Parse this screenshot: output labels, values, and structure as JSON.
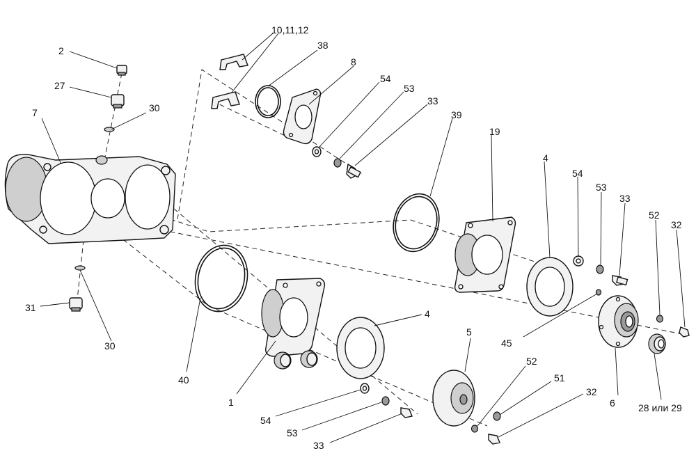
{
  "callouts": {
    "c_2": "2",
    "c_27": "27",
    "c_30a": "30",
    "c_7": "7",
    "c_31": "31",
    "c_30b": "30",
    "c_10_11_12": "10,11,12",
    "c_38": "38",
    "c_8": "8",
    "c_54a": "54",
    "c_53a": "53",
    "c_33a": "33",
    "c_39": "39",
    "c_19": "19",
    "c_4a": "4",
    "c_54b": "54",
    "c_53b": "53",
    "c_33b": "33",
    "c_52a": "52",
    "c_32a": "32",
    "c_45": "45",
    "c_6": "6",
    "c_28_29": "28 или 29",
    "c_40": "40",
    "c_1": "1",
    "c_4b": "4",
    "c_5": "5",
    "c_54c": "54",
    "c_53c": "53",
    "c_33c": "33",
    "c_52b": "52",
    "c_51": "51",
    "c_32b": "32"
  }
}
